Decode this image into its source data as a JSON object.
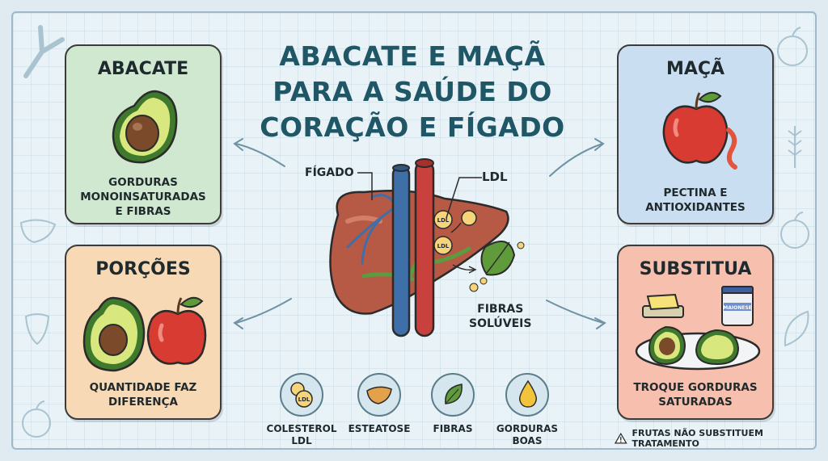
{
  "title": [
    "ABACATE E MAÇÃ",
    "PARA A SAÚDE DO",
    "CORAÇÃO E FÍGADO"
  ],
  "cards": {
    "abacate": {
      "title": "ABACATE",
      "text": [
        "GORDURAS",
        "MONOINSATURADAS",
        "E FIBRAS"
      ],
      "bg": "#cfe8cf"
    },
    "maca": {
      "title": "MAÇÃ",
      "text": [
        "PECTINA E",
        "ANTIOXIDANTES"
      ],
      "bg": "#c9def0"
    },
    "porcoes": {
      "title": "PORÇÕES",
      "text": [
        "QUANTIDADE FAZ",
        "DIFERENÇA"
      ],
      "bg": "#f8d9b6"
    },
    "substitua": {
      "title": "SUBSTITUA",
      "text": [
        "TROQUE GORDURAS",
        "SATURADAS"
      ],
      "bg": "#f6bfae",
      "jar_label": "MAIONESE"
    }
  },
  "center": {
    "figado_label": "FÍGADO",
    "ldl_label": "LDL",
    "ldl_bubble": "LDL",
    "fibras_label": [
      "FIBRAS",
      "SOLÚVEIS"
    ]
  },
  "bottom": [
    {
      "label": [
        "COLESTEROL",
        "LDL"
      ],
      "icon": "ldl-cholesterol-icon",
      "badge": "LDL"
    },
    {
      "label": [
        "ESTEATOSE"
      ],
      "icon": "fatty-liver-icon"
    },
    {
      "label": [
        "FIBRAS"
      ],
      "icon": "leaf-icon"
    },
    {
      "label": [
        "GORDURAS",
        "BOAS"
      ],
      "icon": "oil-drop-icon"
    }
  ],
  "warning": "FRUTAS NÃO SUBSTITUEM TRATAMENTO",
  "colors": {
    "title": "#1f5766",
    "artery": "#c9413c",
    "vein": "#3f6fa8",
    "liver": "#b65a45"
  }
}
